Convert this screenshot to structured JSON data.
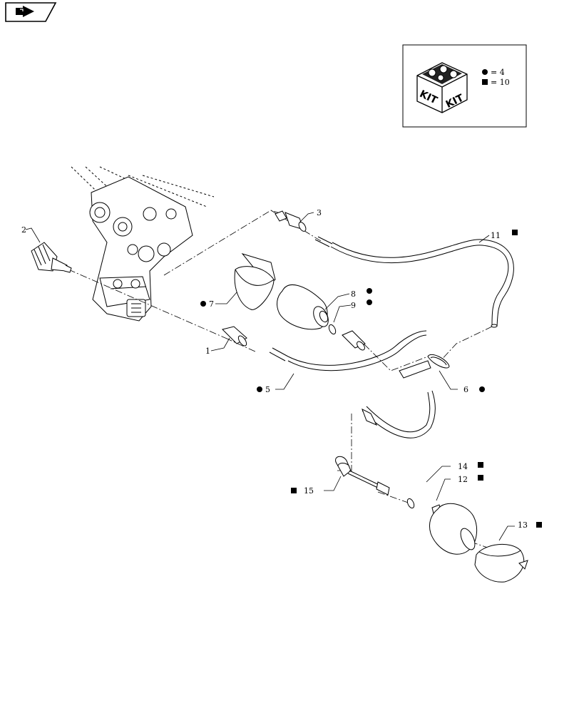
{
  "nav": {
    "icon": "arrow-icon"
  },
  "kit_box": {
    "kit_text_left": "KIT",
    "kit_text_right": "KIT",
    "legend": [
      {
        "symbol": "circle",
        "text": "= 4"
      },
      {
        "symbol": "square",
        "text": "= 10"
      }
    ]
  },
  "callouts": [
    {
      "number": "1",
      "marker": "none"
    },
    {
      "number": "2",
      "marker": "none"
    },
    {
      "number": "3",
      "marker": "none"
    },
    {
      "number": "5",
      "marker": "circle"
    },
    {
      "number": "6",
      "marker": "circle"
    },
    {
      "number": "7",
      "marker": "circle"
    },
    {
      "number": "8",
      "marker": "circle"
    },
    {
      "number": "9",
      "marker": "circle"
    },
    {
      "number": "11",
      "marker": "square"
    },
    {
      "number": "12",
      "marker": "square"
    },
    {
      "number": "13",
      "marker": "square"
    },
    {
      "number": "14",
      "marker": "square"
    },
    {
      "number": "15",
      "marker": "square"
    }
  ]
}
